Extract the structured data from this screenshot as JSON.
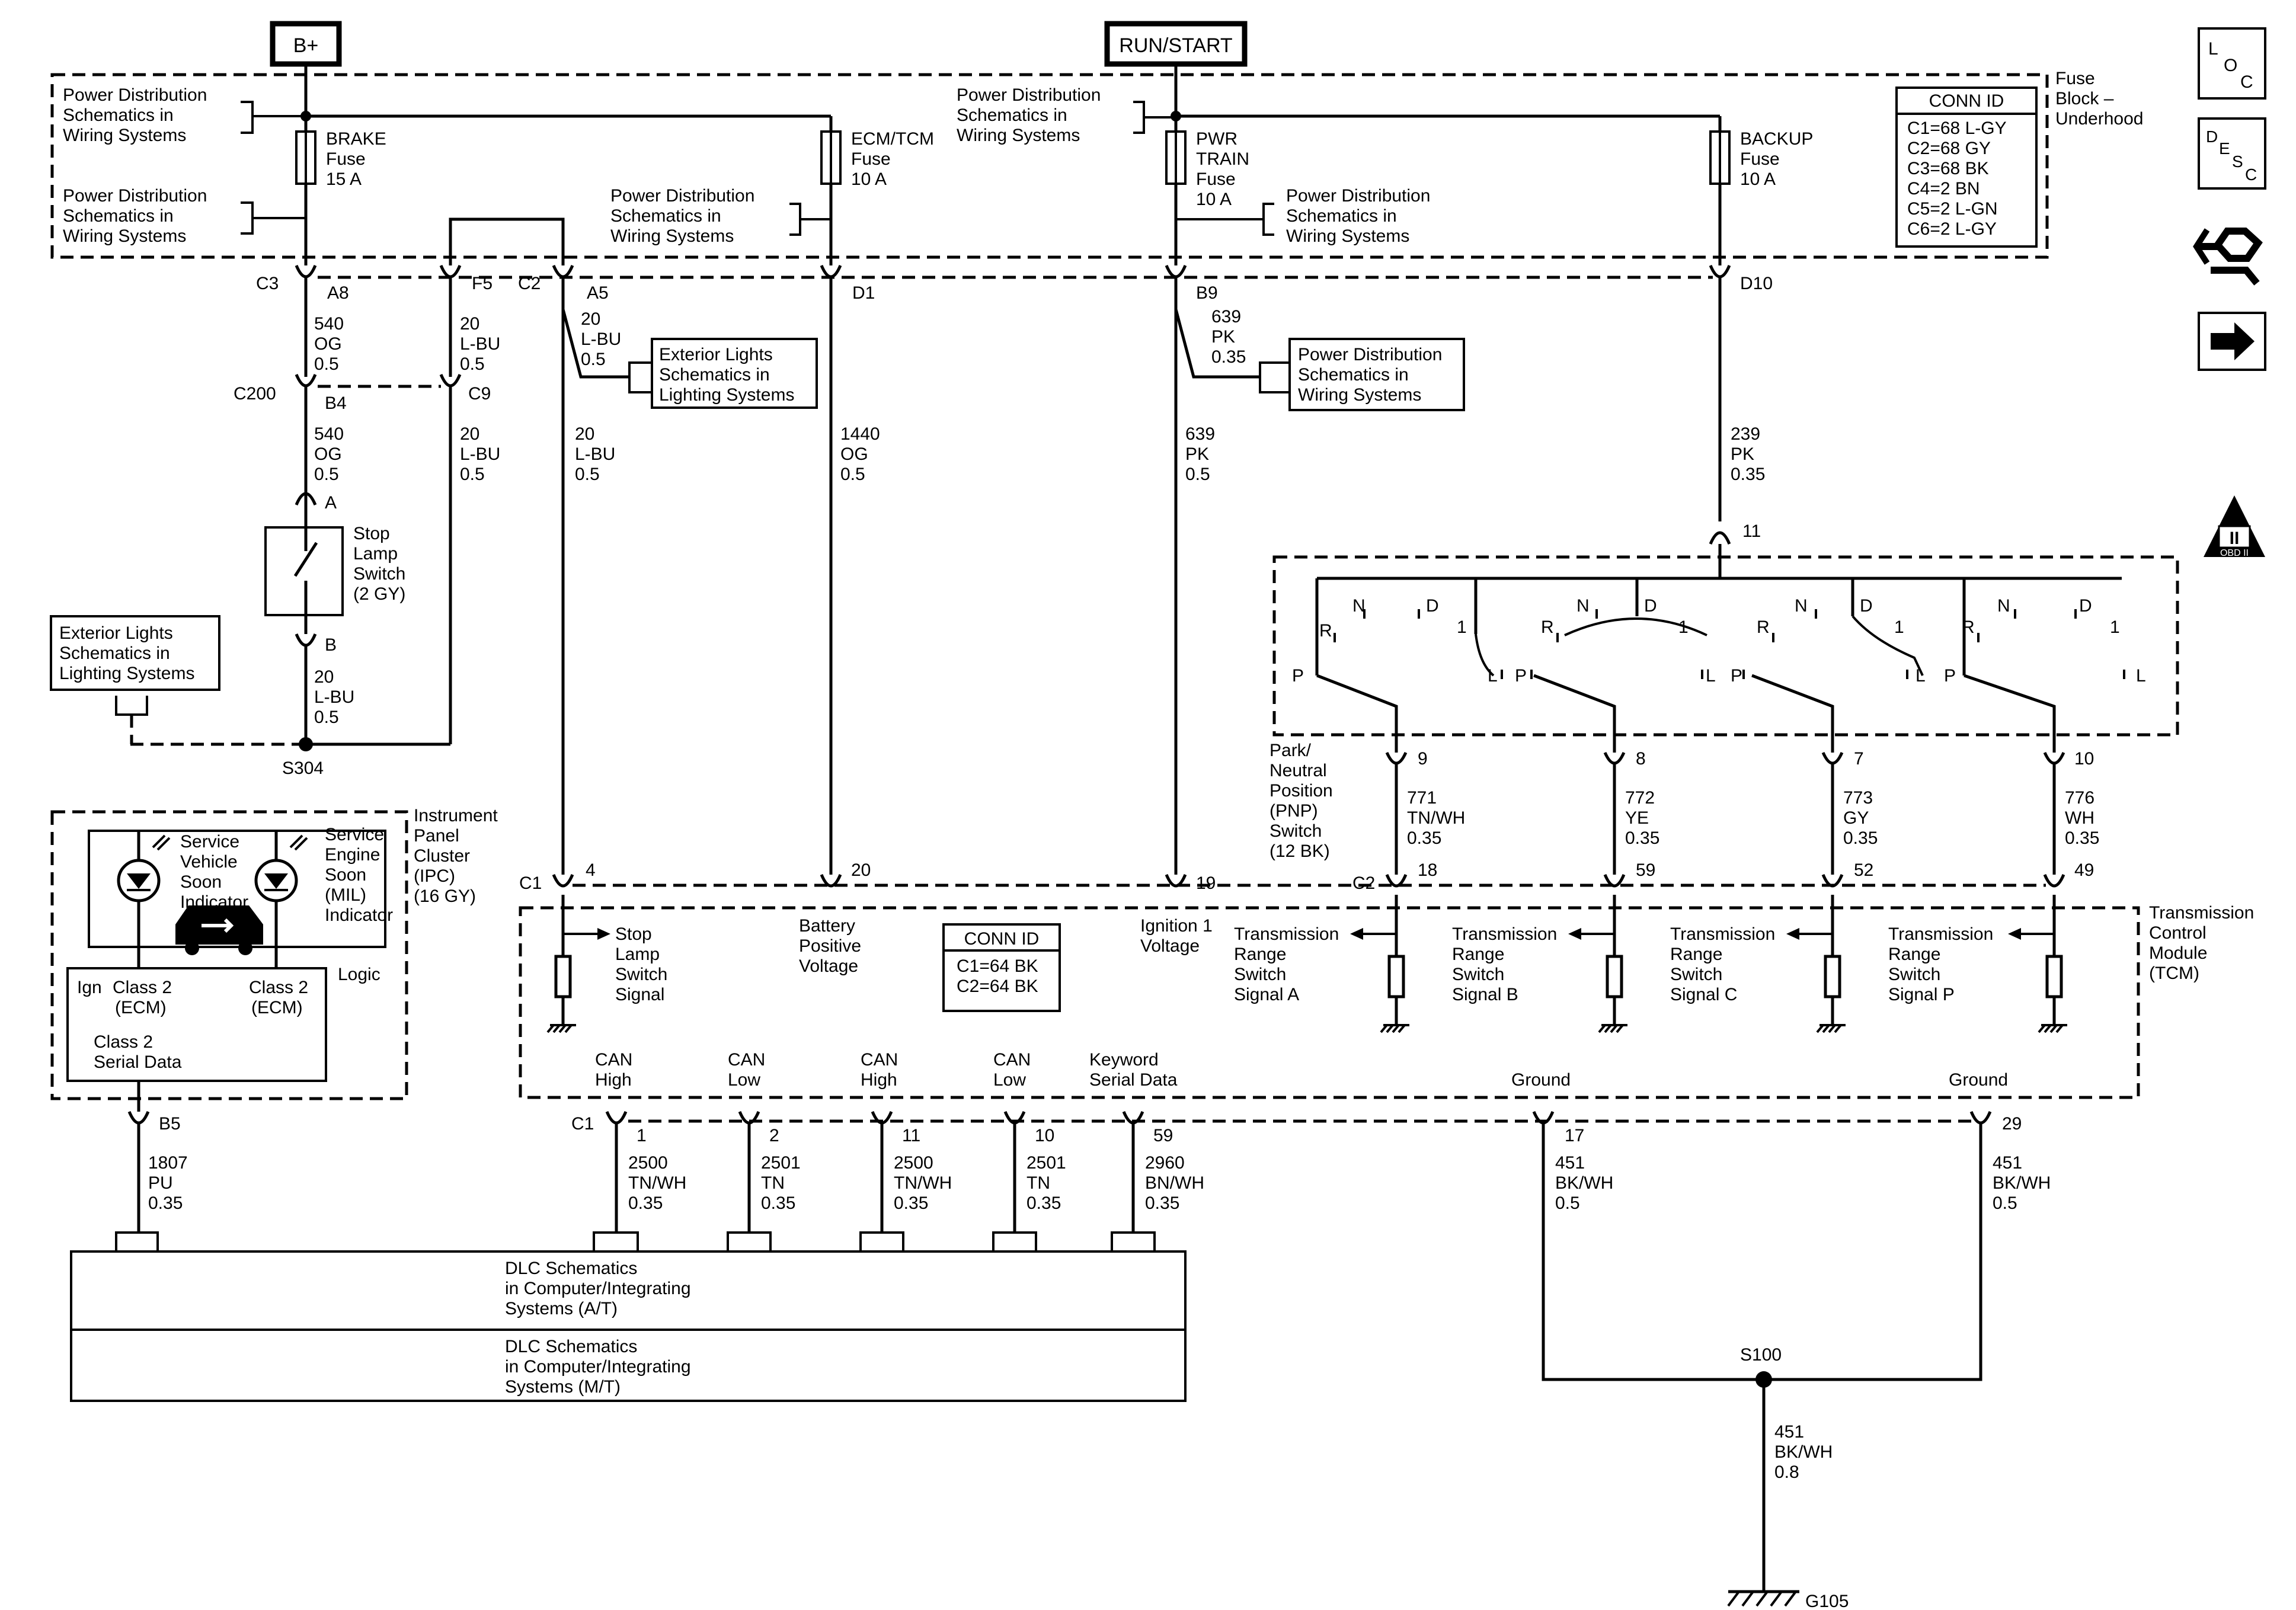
{
  "sources": {
    "b_plus": "B+",
    "run_start": "RUN/START"
  },
  "fuse_block": {
    "label": "Fuse Block – Underhood",
    "conn_id_title": "CONN ID",
    "conn_ids": [
      "C1=68 L-GY",
      "C2=68 GY",
      "C3=68 BK",
      "C4=2 BN",
      "C5=2 L-GN",
      "C6=2 L-GY"
    ]
  },
  "fuses": [
    {
      "name": "BRAKE",
      "type": "Fuse",
      "rating": "15 A"
    },
    {
      "name": "ECM/TCM",
      "type": "Fuse",
      "rating": "10 A"
    },
    {
      "name": "PWR TRAIN",
      "type": "Fuse",
      "rating": "10 A"
    },
    {
      "name": "BACKUP",
      "type": "Fuse",
      "rating": "10 A"
    }
  ],
  "pd_ref": "Power Distribution Schematics in Wiring Systems",
  "ext_ref": "Exterior Lights Schematics in Lighting Systems",
  "connectors": {
    "c3": "C3",
    "a8": "A8",
    "f5": "F5",
    "c2": "C2",
    "a5": "A5",
    "d1": "D1",
    "b9": "B9",
    "d10": "D10",
    "c200": "C200",
    "b4": "B4",
    "c9": "C9",
    "pin_a": "A",
    "pin_b": "B",
    "s304": "S304",
    "c1_tcm": "C1",
    "p4": "4",
    "p20": "20",
    "p19": "19",
    "c2_tcm": "C2",
    "p18": "18",
    "p59": "59",
    "p52": "52",
    "p49": "49",
    "p11": "11",
    "p9": "9",
    "p8": "8",
    "p7": "7",
    "p10": "10",
    "b5": "B5",
    "c1_dlc": "C1",
    "q1": "1",
    "q2": "2",
    "q11": "11",
    "q10": "10",
    "q59": "59",
    "q17": "17",
    "q29": "29",
    "s100": "S100",
    "g105": "G105"
  },
  "wires": {
    "w540a": [
      "540",
      "OG",
      "0.5"
    ],
    "w20a": [
      "20",
      "L-BU",
      "0.5"
    ],
    "w20b": [
      "20",
      "L-BU",
      "0.5"
    ],
    "w1440": [
      "1440",
      "OG",
      "0.5"
    ],
    "w639a": [
      "639",
      "PK",
      "0.35"
    ],
    "w639b": [
      "639",
      "PK",
      "0.5"
    ],
    "w239": [
      "239",
      "PK",
      "0.35"
    ],
    "w540b": [
      "540",
      "OG",
      "0.5"
    ],
    "w20c": [
      "20",
      "L-BU",
      "0.5"
    ],
    "w20d": [
      "20",
      "L-BU",
      "0.5"
    ],
    "w771": [
      "771",
      "TN/WH",
      "0.35"
    ],
    "w772": [
      "772",
      "YE",
      "0.35"
    ],
    "w773": [
      "773",
      "GY",
      "0.35"
    ],
    "w776": [
      "776",
      "WH",
      "0.35"
    ],
    "w1807": [
      "1807",
      "PU",
      "0.35"
    ],
    "w2500a": [
      "2500",
      "TN/WH",
      "0.35"
    ],
    "w2501a": [
      "2501",
      "TN",
      "0.35"
    ],
    "w2500b": [
      "2500",
      "TN/WH",
      "0.35"
    ],
    "w2501b": [
      "2501",
      "TN",
      "0.35"
    ],
    "w2960": [
      "2960",
      "BN/WH",
      "0.35"
    ],
    "w451a": [
      "451",
      "BK/WH",
      "0.5"
    ],
    "w451b": [
      "451",
      "BK/WH",
      "0.5"
    ],
    "w451c": [
      "451",
      "BK/WH",
      "0.8"
    ]
  },
  "stop_switch": [
    "Stop",
    "Lamp",
    "Switch",
    "(2 GY)"
  ],
  "pnp": {
    "label": [
      "Park/",
      "Neutral",
      "Position",
      "(PNP)",
      "Switch",
      "(12 BK)"
    ],
    "positions": {
      "p": "P",
      "r": "R",
      "n": "N",
      "d": "D",
      "one": "1",
      "l": "L"
    }
  },
  "ipc": {
    "label": [
      "Instrument",
      "Panel",
      "Cluster",
      "(IPC)",
      "(16 GY)"
    ],
    "svs": [
      "Service",
      "Vehicle",
      "Soon",
      "Indicator"
    ],
    "ses": [
      "Service",
      "Engine",
      "Soon",
      "(MIL)",
      "Indicator"
    ],
    "ign": "Ign",
    "class2_left": [
      "Class 2",
      "(ECM)"
    ],
    "class2_right": [
      "Class 2",
      "(ECM)"
    ],
    "serial": [
      "Class 2",
      "Serial Data"
    ],
    "logic": "Logic"
  },
  "tcm": {
    "label": [
      "Transmission",
      "Control",
      "Module",
      "(TCM)"
    ],
    "conn_id_title": "CONN ID",
    "conn_ids": [
      "C1=64 BK",
      "C2=64 BK"
    ],
    "stop_sig": [
      "Stop",
      "Lamp",
      "Switch",
      "Signal"
    ],
    "batt": [
      "Battery",
      "Positive",
      "Voltage"
    ],
    "ign1": [
      "Ignition 1",
      "Voltage"
    ],
    "range_a": [
      "Transmission",
      "Range",
      "Switch",
      "Signal A"
    ],
    "range_b": [
      "Transmission",
      "Range",
      "Switch",
      "Signal B"
    ],
    "range_c": [
      "Transmission",
      "Range",
      "Switch",
      "Signal C"
    ],
    "range_p": [
      "Transmission",
      "Range",
      "Switch",
      "Signal P"
    ],
    "can_high_1": [
      "CAN",
      "High"
    ],
    "can_low_1": [
      "CAN",
      "Low"
    ],
    "can_high_2": [
      "CAN",
      "High"
    ],
    "can_low_2": [
      "CAN",
      "Low"
    ],
    "keyword": [
      "Keyword",
      "Serial Data"
    ],
    "ground_1": "Ground",
    "ground_2": "Ground"
  },
  "dlc": {
    "at": [
      "DLC Schematics",
      "in Computer/Integrating",
      "Systems (A/T)"
    ],
    "mt": [
      "DLC Schematics",
      "in Computer/Integrating",
      "Systems (M/T)"
    ]
  },
  "icons": {
    "loc": [
      "L",
      "O",
      "C"
    ],
    "desc": [
      "D",
      "E",
      "S",
      "C"
    ],
    "obd": [
      "II",
      "OBD II"
    ]
  }
}
